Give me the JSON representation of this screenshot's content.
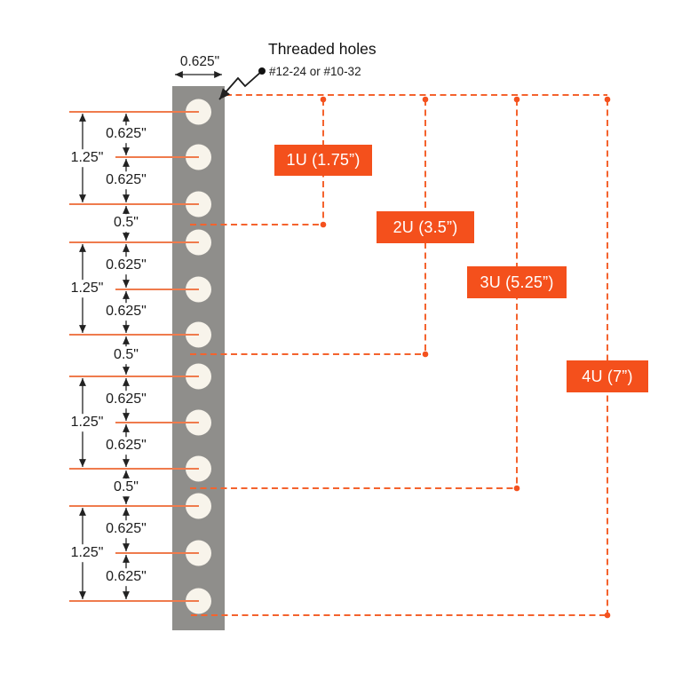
{
  "annotation": {
    "title": "Threaded holes",
    "subtitle": "#12-24 or #10-32"
  },
  "dimensions": {
    "rail_width": "0.625\"",
    "hole_spacing": "0.625\"",
    "unit_height": "1.25\"",
    "unit_gap": "0.5\""
  },
  "unit_labels": [
    {
      "label": "1U (1.75”)"
    },
    {
      "label": "2U (3.5”)"
    },
    {
      "label": "3U (5.25”)"
    },
    {
      "label": "4U (7”)"
    }
  ],
  "colors": {
    "accent": "#f4501c",
    "dashed_line": "#f4632e",
    "hole_center_line": "#ef7b4d",
    "rail_gray": "#8f8e8b",
    "hole_fill": "#f8f4eb",
    "text": "#1c1c1c"
  }
}
